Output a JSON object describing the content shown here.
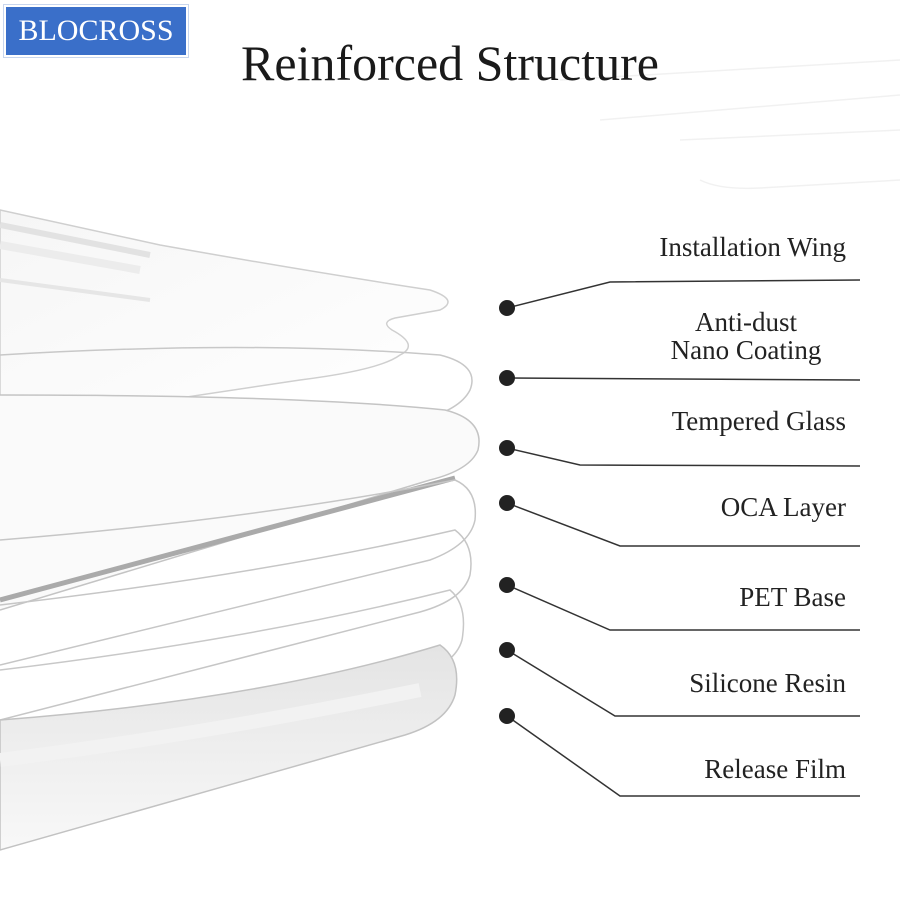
{
  "brand": {
    "logo_text": "BLOCROSS",
    "logo_color": "#3a6fc9"
  },
  "header": {
    "title": "Reinforced Structure"
  },
  "layers": [
    {
      "label": "Installation Wing"
    },
    {
      "label": "Anti-dust\nNano Coating"
    },
    {
      "label": "Tempered Glass"
    },
    {
      "label": "OCA Layer"
    },
    {
      "label": "PET Base"
    },
    {
      "label": "Silicone Resin"
    },
    {
      "label": "Release Film"
    }
  ],
  "colors": {
    "dot": "#222222",
    "leader_line": "#333333"
  }
}
